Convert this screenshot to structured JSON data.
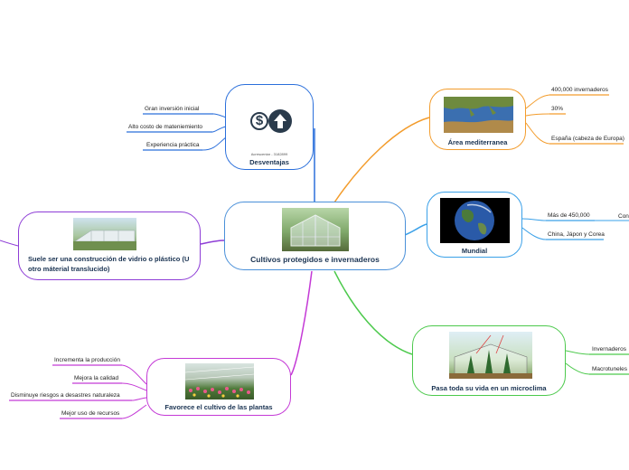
{
  "central": {
    "title": "Cultivos protegidos e invernaderos",
    "color": "#4a90d9"
  },
  "nodes": {
    "desventajas": {
      "title": "Desventajas",
      "color": "#2a6fdb",
      "caption": "Acrescentar - 3182899",
      "leaves": [
        "Gran inversión inicial",
        "Alto costo de mateniemiento",
        "Experiencia práctica"
      ]
    },
    "mediterranea": {
      "title": "Área mediterranea",
      "color": "#f39c2c",
      "leaves": [
        "400,000 invernaderos",
        "30%",
        "España (cabeza de Europa)"
      ]
    },
    "mundial": {
      "title": "Mundial",
      "color": "#3aa0e8",
      "leaves": [
        "Más de 450,000",
        "China, Jápon y Corea",
        "Con"
      ]
    },
    "construccion": {
      "title": "Suele ser una construcción de vidrio o plástico (U otro máterial translucido)",
      "color": "#8e3dd6"
    },
    "microclima": {
      "title": "Pasa toda su vida en un microclima",
      "color": "#4cc94c",
      "leaves": [
        "Invernaderos",
        "Macrotuneles"
      ]
    },
    "favorece": {
      "title": "Favorece el cultivo de las plantas",
      "color": "#c43ad6",
      "leaves": [
        "Incrementa la producción",
        "Mejora la calidad",
        "Disminuye riesgos a desastres naturaleza",
        "Mejor uso de recursos"
      ]
    }
  },
  "icons": [
    "dollar-coin-icon",
    "up-arrow-icon"
  ]
}
